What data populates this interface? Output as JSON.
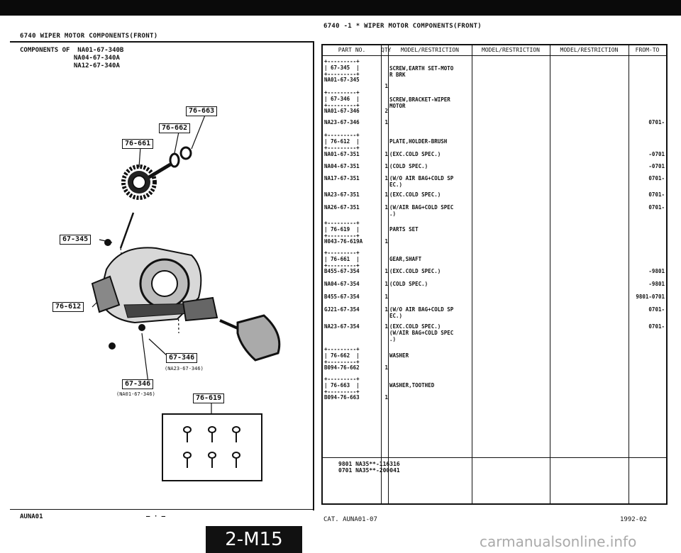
{
  "left": {
    "title": "6740   WIPER MOTOR COMPONENTS(FRONT)",
    "components_label": "COMPONENTS OF",
    "models": [
      "NA01-67-340B",
      "NA04-67-340A",
      "NA12-67-340A"
    ],
    "tags": [
      "76-663",
      "76-662",
      "76-661",
      "67-345",
      "76-612",
      "67-346",
      "67-346",
      "76-619"
    ],
    "subs": [
      "(NA23-67-346)",
      "(NA01-67-346)"
    ],
    "footer_left": "AUNA01",
    "footer_mid": "—  ·  —"
  },
  "right": {
    "title": "6740  -1 *  WIPER MOTOR COMPONENTS(FRONT)",
    "headers": [
      "PART NO.",
      "QTY",
      "MODEL/RESTRICTION",
      "MODEL/RESTRICTION",
      "MODEL/RESTRICTION",
      "FROM-TO"
    ],
    "rows": [
      {
        "pn": "+---------+\n| 67-345  |\n+---------+",
        "q": "",
        "m": "",
        "f": ""
      },
      {
        "pn": "NA01-67-345",
        "q": "1",
        "m": "SCREW,EARTH SET-MOTO\nR BRK",
        "f": ""
      },
      {
        "pn": "+---------+\n| 67-346  |\n+---------+",
        "q": "",
        "m": "",
        "f": ""
      },
      {
        "pn": "NA01-67-346",
        "q": "2",
        "m": "SCREW,BRACKET-WIPER\nMOTOR",
        "f": ""
      },
      {
        "pn": "NA23-67-346",
        "q": "1",
        "m": "",
        "f": "0701-"
      },
      {
        "pn": "+---------+\n| 76-612  |\n+---------+",
        "q": "",
        "m": "PLATE,HOLDER-BRUSH",
        "f": ""
      },
      {
        "pn": "NA01-67-351",
        "q": "1",
        "m": "(EXC.COLD SPEC.)",
        "f": "-0701"
      },
      {
        "pn": "NA04-67-351",
        "q": "1",
        "m": "(COLD SPEC.)",
        "f": "-0701"
      },
      {
        "pn": "NA17-67-351",
        "q": "1",
        "m": "(W/O AIR BAG+COLD SP\nEC.)",
        "f": "0701-"
      },
      {
        "pn": "NA23-67-351",
        "q": "1",
        "m": "(EXC.COLD SPEC.)",
        "f": "0701-"
      },
      {
        "pn": "NA26-67-351",
        "q": "1",
        "m": "(W/AIR BAG+COLD SPEC\n.)",
        "f": "0701-"
      },
      {
        "pn": "+---------+\n| 76-619  |\n+---------+",
        "q": "",
        "m": "PARTS SET",
        "f": ""
      },
      {
        "pn": "H043-76-619A",
        "q": "1",
        "m": "",
        "f": ""
      },
      {
        "pn": "+---------+\n| 76-661  |\n+---------+",
        "q": "",
        "m": "GEAR,SHAFT",
        "f": ""
      },
      {
        "pn": "B455-67-354",
        "q": "1",
        "m": "(EXC.COLD SPEC.)",
        "f": "-9801"
      },
      {
        "pn": "NA04-67-354",
        "q": "1",
        "m": "(COLD SPEC.)",
        "f": "-9801"
      },
      {
        "pn": "B455-67-354",
        "q": "1",
        "m": "",
        "f": "9801-0701"
      },
      {
        "pn": "GJ21-67-354",
        "q": "1",
        "m": "(W/O AIR BAG+COLD SP\nEC.)",
        "f": "0701-"
      },
      {
        "pn": "NA23-67-354",
        "q": "1",
        "m": "(EXC.COLD SPEC.)\n(W/AIR BAG+COLD SPEC\n.)",
        "f": "0701-"
      },
      {
        "pn": "+---------+\n| 76-662  |\n+---------+",
        "q": "",
        "m": "WASHER",
        "f": ""
      },
      {
        "pn": "B094-76-662",
        "q": "1",
        "m": "",
        "f": ""
      },
      {
        "pn": "+---------+\n| 76-663  |\n+---------+",
        "q": "",
        "m": "WASHER,TOOTHED",
        "f": ""
      },
      {
        "pn": "B094-76-663",
        "q": "1",
        "m": "",
        "f": ""
      }
    ],
    "notes": "9801 NA35**-116316\n0701 NA35**-200041",
    "footer_left": "CAT. AUNA01-07",
    "footer_right": "1992-02"
  },
  "page_label": "2-M15",
  "watermark": "carmanualsonline.info"
}
